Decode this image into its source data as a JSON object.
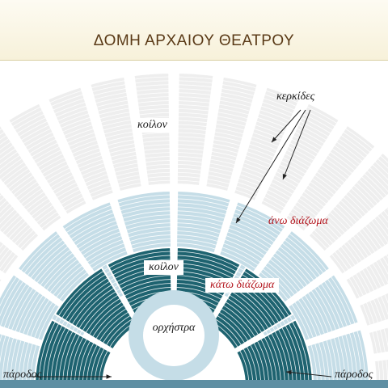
{
  "title": "ΔΟΜΗ ΑΡΧΑΙΟΥ ΘΕΑΤΡΟΥ",
  "labels": {
    "koilon_top": "κοίλον",
    "koilon_inner": "κοίλον",
    "kerkides": "κερκίδες",
    "ano_diazoma": "άνω διάζωμα",
    "kato_diazoma": "κάτω διάζωμα",
    "orchestra": "ορχήστρα",
    "parodos_left": "πάροδος",
    "parodos_right": "πάροδος"
  },
  "colors": {
    "upper_seats": "#eeeeee",
    "lower_seats": "#c5dde7",
    "inner_seats": "#1e6370",
    "orchestra_ring": "#c5dde7",
    "red_label": "#b3141c"
  }
}
